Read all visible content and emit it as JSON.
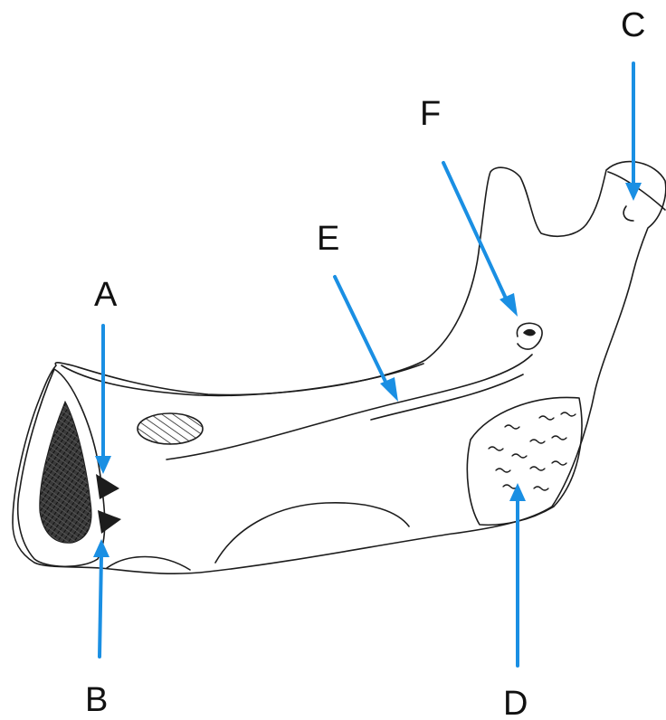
{
  "labels": {
    "a": "A",
    "b": "B",
    "c": "C",
    "d": "D",
    "e": "E",
    "f": "F"
  },
  "colors": {
    "arrow": "#1a8fe3",
    "outline": "#1c1c1c",
    "hatch": "#2a2a2a",
    "background": "#ffffff"
  }
}
